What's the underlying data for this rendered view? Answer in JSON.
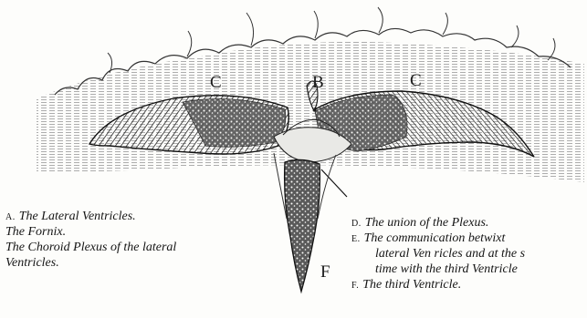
{
  "figure": {
    "labels": {
      "b": "B",
      "c_left": "C",
      "c_right": "C",
      "f": "F"
    }
  },
  "legend_left": {
    "a_letter": "A.",
    "a_text": "The Lateral Ventricles.",
    "b_text": "The Fornix.",
    "c_text_line1": "The Choroid Plexus of the lateral",
    "c_text_line2": "Ventricles."
  },
  "legend_right": {
    "d_letter": "D.",
    "d_text": "The union of the Plexus.",
    "e_letter": "E.",
    "e_text_line1": "The communication betwixt",
    "e_text_line2": "lateral Ven ricles and at the s",
    "e_text_line3": "time with the third Ventricle",
    "f_letter": "F.",
    "f_text": "The third Ventricle."
  },
  "colors": {
    "ink": "#1a1a1a",
    "paper": "#fdfdfb"
  }
}
